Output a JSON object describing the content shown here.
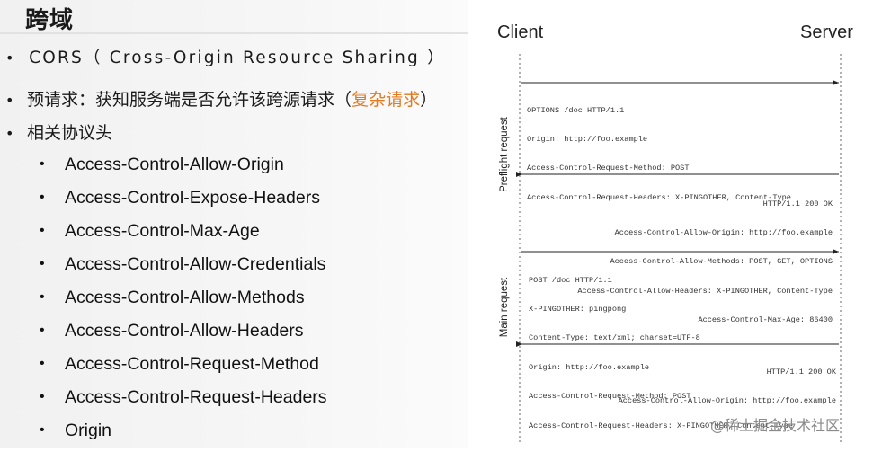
{
  "slide": {
    "title": "跨域",
    "cors_line": "CORS（ Cross-Origin Resource Sharing ）",
    "preflight_prefix": "预请求：获知服务端是否允许该跨源请求（",
    "preflight_accent": "复杂请求",
    "preflight_suffix": "）",
    "headers_title": "相关协议头",
    "headers": [
      "Access-Control-Allow-Origin",
      "Access-Control-Expose-Headers",
      "Access-Control-Max-Age",
      "Access-Control-Allow-Credentials",
      "Access-Control-Allow-Methods",
      "Access-Control-Allow-Headers",
      "Access-Control-Request-Method",
      "Access-Control-Request-Headers",
      "Origin"
    ],
    "accent_color": "#e07b22"
  },
  "diagram": {
    "client_label": "Client",
    "server_label": "Server",
    "preflight_label": "Preflight request",
    "main_label": "Main request",
    "preflight_request": [
      "OPTIONS /doc HTTP/1.1",
      "Origin: http://foo.example",
      "Access-Control-Request-Method: POST",
      "Access-Control-Request-Headers: X-PINGOTHER, Content-Type"
    ],
    "preflight_response": [
      "HTTP/1.1 200 OK",
      "Access-Control-Allow-Origin: http://foo.example",
      "Access-Control-Allow-Methods: POST, GET, OPTIONS",
      "Access-Control-Allow-Headers: X-PINGOTHER, Content-Type",
      "Access-Control-Max-Age: 86400"
    ],
    "main_request": [
      "POST /doc HTTP/1.1",
      "X-PINGOTHER: pingpong",
      "Content-Type: text/xml; charset=UTF-8",
      "Origin: http://foo.example",
      "Access-Control-Request-Method: POST",
      "Access-Control-Request-Headers: X-PINGOTHER, Content-Type"
    ],
    "main_response": [
      "HTTP/1.1 200 OK",
      "Access-Control-Allow-Origin: http://foo.example"
    ]
  },
  "watermark": "@稀土掘金技术社区"
}
